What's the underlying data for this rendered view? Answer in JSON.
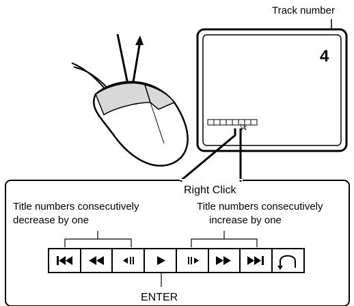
{
  "labels": {
    "track_number": "Track number",
    "track_value": "4",
    "right_click": "Right Click",
    "decrease_line1": "Title numbers consecutively",
    "decrease_line2": "decrease by one",
    "increase_line1": "Title numbers consecutively",
    "increase_line2": "increase by one",
    "enter": "ENTER"
  },
  "buttons": [
    {
      "name": "skip-back-icon"
    },
    {
      "name": "rewind-icon"
    },
    {
      "name": "step-back-icon"
    },
    {
      "name": "play-icon"
    },
    {
      "name": "step-forward-icon"
    },
    {
      "name": "fast-forward-icon"
    },
    {
      "name": "skip-forward-icon"
    },
    {
      "name": "return-icon"
    }
  ]
}
